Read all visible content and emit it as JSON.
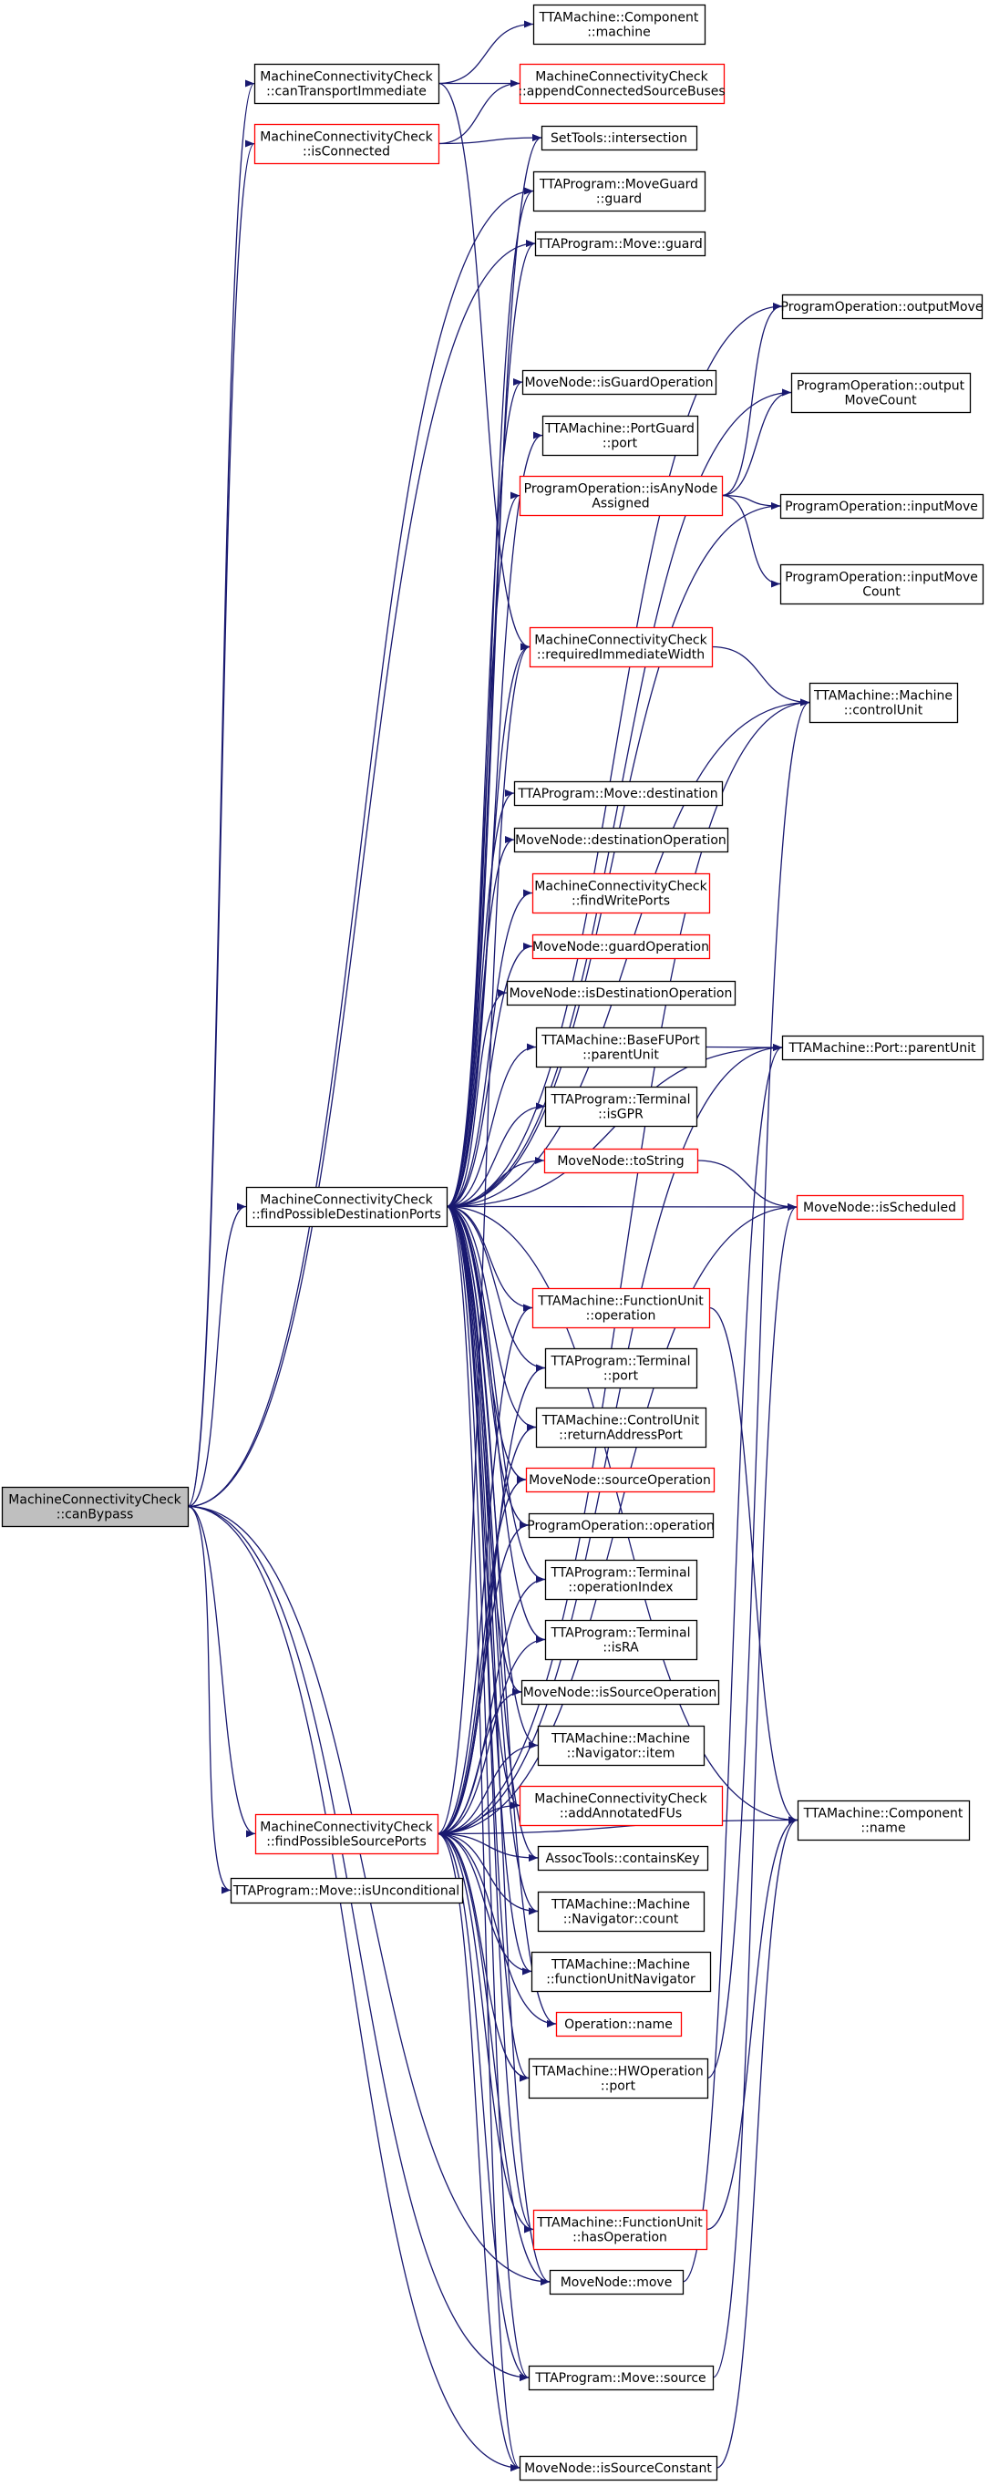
{
  "colors": {
    "edge": "#191970",
    "node_border": "#000000",
    "node_border_truncated": "#ff0000",
    "root_fill": "#bfbfbf",
    "node_fill": "#ffffff"
  },
  "root": "canBypass",
  "nodes": [
    {
      "id": "canBypass",
      "lines": [
        "MachineConnectivityCheck",
        "::canBypass"
      ],
      "kind": "root"
    },
    {
      "id": "canTransportImmediate",
      "lines": [
        "MachineConnectivityCheck",
        "::canTransportImmediate"
      ],
      "kind": "normal"
    },
    {
      "id": "isConnected",
      "lines": [
        "MachineConnectivityCheck",
        "::isConnected"
      ],
      "kind": "truncated"
    },
    {
      "id": "findPossibleDestinationPorts",
      "lines": [
        "MachineConnectivityCheck",
        "::findPossibleDestinationPorts"
      ],
      "kind": "normal"
    },
    {
      "id": "findPossibleSourcePorts",
      "lines": [
        "MachineConnectivityCheck",
        "::findPossibleSourcePorts"
      ],
      "kind": "truncated"
    },
    {
      "id": "isUnconditional",
      "lines": [
        "TTAProgram::Move::isUnconditional"
      ],
      "kind": "normal"
    },
    {
      "id": "componentMachine",
      "lines": [
        "TTAMachine::Component",
        "::machine"
      ],
      "kind": "normal"
    },
    {
      "id": "appendConnectedSourceBuses",
      "lines": [
        "MachineConnectivityCheck",
        "::appendConnectedSourceBuses"
      ],
      "kind": "truncated"
    },
    {
      "id": "intersection",
      "lines": [
        "SetTools::intersection"
      ],
      "kind": "normal"
    },
    {
      "id": "moveGuardGuard",
      "lines": [
        "TTAProgram::MoveGuard",
        "::guard"
      ],
      "kind": "normal"
    },
    {
      "id": "moveGuard",
      "lines": [
        "TTAProgram::Move::guard"
      ],
      "kind": "normal"
    },
    {
      "id": "isGuardOperation",
      "lines": [
        "MoveNode::isGuardOperation"
      ],
      "kind": "normal"
    },
    {
      "id": "portGuardPort",
      "lines": [
        "TTAMachine::PortGuard",
        "::port"
      ],
      "kind": "normal"
    },
    {
      "id": "isAnyNodeAssigned",
      "lines": [
        "ProgramOperation::isAnyNode",
        "Assigned"
      ],
      "kind": "truncated"
    },
    {
      "id": "requiredImmediateWidth",
      "lines": [
        "MachineConnectivityCheck",
        "::requiredImmediateWidth"
      ],
      "kind": "truncated"
    },
    {
      "id": "moveDestination",
      "lines": [
        "TTAProgram::Move::destination"
      ],
      "kind": "normal"
    },
    {
      "id": "destinationOperation",
      "lines": [
        "MoveNode::destinationOperation"
      ],
      "kind": "normal"
    },
    {
      "id": "findWritePorts",
      "lines": [
        "MachineConnectivityCheck",
        "::findWritePorts"
      ],
      "kind": "truncated"
    },
    {
      "id": "guardOperation",
      "lines": [
        "MoveNode::guardOperation"
      ],
      "kind": "truncated"
    },
    {
      "id": "isDestinationOperation",
      "lines": [
        "MoveNode::isDestinationOperation"
      ],
      "kind": "normal"
    },
    {
      "id": "baseFUPortParentUnit",
      "lines": [
        "TTAMachine::BaseFUPort",
        "::parentUnit"
      ],
      "kind": "normal"
    },
    {
      "id": "terminalIsGPR",
      "lines": [
        "TTAProgram::Terminal",
        "::isGPR"
      ],
      "kind": "normal"
    },
    {
      "id": "toString",
      "lines": [
        "MoveNode::toString"
      ],
      "kind": "truncated"
    },
    {
      "id": "fuOperation",
      "lines": [
        "TTAMachine::FunctionUnit",
        "::operation"
      ],
      "kind": "truncated"
    },
    {
      "id": "terminalPort",
      "lines": [
        "TTAProgram::Terminal",
        "::port"
      ],
      "kind": "normal"
    },
    {
      "id": "returnAddressPort",
      "lines": [
        "TTAMachine::ControlUnit",
        "::returnAddressPort"
      ],
      "kind": "normal"
    },
    {
      "id": "sourceOperation",
      "lines": [
        "MoveNode::sourceOperation"
      ],
      "kind": "truncated"
    },
    {
      "id": "poOperation",
      "lines": [
        "ProgramOperation::operation"
      ],
      "kind": "normal"
    },
    {
      "id": "operationIndex",
      "lines": [
        "TTAProgram::Terminal",
        "::operationIndex"
      ],
      "kind": "normal"
    },
    {
      "id": "terminalIsRA",
      "lines": [
        "TTAProgram::Terminal",
        "::isRA"
      ],
      "kind": "normal"
    },
    {
      "id": "isSourceOperation",
      "lines": [
        "MoveNode::isSourceOperation"
      ],
      "kind": "normal"
    },
    {
      "id": "navigatorItem",
      "lines": [
        "TTAMachine::Machine",
        "::Navigator::item"
      ],
      "kind": "normal"
    },
    {
      "id": "addAnnotatedFUs",
      "lines": [
        "MachineConnectivityCheck",
        "::addAnnotatedFUs"
      ],
      "kind": "truncated"
    },
    {
      "id": "containsKey",
      "lines": [
        "AssocTools::containsKey"
      ],
      "kind": "normal"
    },
    {
      "id": "navigatorCount",
      "lines": [
        "TTAMachine::Machine",
        "::Navigator::count"
      ],
      "kind": "normal"
    },
    {
      "id": "functionUnitNavigator",
      "lines": [
        "TTAMachine::Machine",
        "::functionUnitNavigator"
      ],
      "kind": "normal"
    },
    {
      "id": "operationName",
      "lines": [
        "Operation::name"
      ],
      "kind": "truncated"
    },
    {
      "id": "hwOperationPort",
      "lines": [
        "TTAMachine::HWOperation",
        "::port"
      ],
      "kind": "normal"
    },
    {
      "id": "hasOperation",
      "lines": [
        "TTAMachine::FunctionUnit",
        "::hasOperation"
      ],
      "kind": "truncated"
    },
    {
      "id": "moveNodeMove",
      "lines": [
        "MoveNode::move"
      ],
      "kind": "normal"
    },
    {
      "id": "moveSource",
      "lines": [
        "TTAProgram::Move::source"
      ],
      "kind": "normal"
    },
    {
      "id": "isSourceConstant",
      "lines": [
        "MoveNode::isSourceConstant"
      ],
      "kind": "normal"
    },
    {
      "id": "outputMove",
      "lines": [
        "ProgramOperation::outputMove"
      ],
      "kind": "normal"
    },
    {
      "id": "outputMoveCount",
      "lines": [
        "ProgramOperation::output",
        "MoveCount"
      ],
      "kind": "normal"
    },
    {
      "id": "inputMove",
      "lines": [
        "ProgramOperation::inputMove"
      ],
      "kind": "normal"
    },
    {
      "id": "inputMoveCount",
      "lines": [
        "ProgramOperation::inputMove",
        "Count"
      ],
      "kind": "normal"
    },
    {
      "id": "controlUnit",
      "lines": [
        "TTAMachine::Machine",
        "::controlUnit"
      ],
      "kind": "normal"
    },
    {
      "id": "portParentUnit",
      "lines": [
        "TTAMachine::Port::parentUnit"
      ],
      "kind": "normal"
    },
    {
      "id": "isScheduled",
      "lines": [
        "MoveNode::isScheduled"
      ],
      "kind": "truncated"
    },
    {
      "id": "componentName",
      "lines": [
        "TTAMachine::Component",
        "::name"
      ],
      "kind": "normal"
    }
  ],
  "edges": [
    [
      "canBypass",
      "canTransportImmediate"
    ],
    [
      "canBypass",
      "isConnected"
    ],
    [
      "canBypass",
      "findPossibleDestinationPorts"
    ],
    [
      "canBypass",
      "findPossibleSourcePorts"
    ],
    [
      "canBypass",
      "isUnconditional"
    ],
    [
      "canBypass",
      "moveGuardGuard"
    ],
    [
      "canBypass",
      "moveGuard"
    ],
    [
      "canBypass",
      "moveNodeMove"
    ],
    [
      "canBypass",
      "moveSource"
    ],
    [
      "canBypass",
      "isSourceConstant"
    ],
    [
      "canTransportImmediate",
      "componentMachine"
    ],
    [
      "canTransportImmediate",
      "appendConnectedSourceBuses"
    ],
    [
      "canTransportImmediate",
      "requiredImmediateWidth"
    ],
    [
      "isConnected",
      "appendConnectedSourceBuses"
    ],
    [
      "isConnected",
      "intersection"
    ],
    [
      "findPossibleDestinationPorts",
      "intersection"
    ],
    [
      "findPossibleDestinationPorts",
      "moveGuardGuard"
    ],
    [
      "findPossibleDestinationPorts",
      "moveGuard"
    ],
    [
      "findPossibleDestinationPorts",
      "outputMove"
    ],
    [
      "findPossibleDestinationPorts",
      "outputMoveCount"
    ],
    [
      "findPossibleDestinationPorts",
      "isGuardOperation"
    ],
    [
      "findPossibleDestinationPorts",
      "portGuardPort"
    ],
    [
      "findPossibleDestinationPorts",
      "isAnyNodeAssigned"
    ],
    [
      "findPossibleDestinationPorts",
      "inputMove"
    ],
    [
      "findPossibleDestinationPorts",
      "requiredImmediateWidth"
    ],
    [
      "findPossibleDestinationPorts",
      "controlUnit"
    ],
    [
      "findPossibleDestinationPorts",
      "portParentUnit"
    ],
    [
      "findPossibleDestinationPorts",
      "moveDestination"
    ],
    [
      "findPossibleDestinationPorts",
      "destinationOperation"
    ],
    [
      "findPossibleDestinationPorts",
      "findWritePorts"
    ],
    [
      "findPossibleDestinationPorts",
      "guardOperation"
    ],
    [
      "findPossibleDestinationPorts",
      "isDestinationOperation"
    ],
    [
      "findPossibleDestinationPorts",
      "baseFUPortParentUnit"
    ],
    [
      "findPossibleDestinationPorts",
      "terminalIsGPR"
    ],
    [
      "findPossibleDestinationPorts",
      "toString"
    ],
    [
      "findPossibleDestinationPorts",
      "isScheduled"
    ],
    [
      "findPossibleDestinationPorts",
      "componentName"
    ],
    [
      "findPossibleDestinationPorts",
      "fuOperation"
    ],
    [
      "findPossibleDestinationPorts",
      "terminalPort"
    ],
    [
      "findPossibleDestinationPorts",
      "returnAddressPort"
    ],
    [
      "findPossibleDestinationPorts",
      "sourceOperation"
    ],
    [
      "findPossibleDestinationPorts",
      "poOperation"
    ],
    [
      "findPossibleDestinationPorts",
      "operationIndex"
    ],
    [
      "findPossibleDestinationPorts",
      "terminalIsRA"
    ],
    [
      "findPossibleDestinationPorts",
      "isSourceOperation"
    ],
    [
      "findPossibleDestinationPorts",
      "navigatorItem"
    ],
    [
      "findPossibleDestinationPorts",
      "addAnnotatedFUs"
    ],
    [
      "findPossibleDestinationPorts",
      "containsKey"
    ],
    [
      "findPossibleDestinationPorts",
      "navigatorCount"
    ],
    [
      "findPossibleDestinationPorts",
      "functionUnitNavigator"
    ],
    [
      "findPossibleDestinationPorts",
      "operationName"
    ],
    [
      "findPossibleDestinationPorts",
      "hwOperationPort"
    ],
    [
      "findPossibleDestinationPorts",
      "hasOperation"
    ],
    [
      "findPossibleDestinationPorts",
      "moveNodeMove"
    ],
    [
      "findPossibleDestinationPorts",
      "moveSource"
    ],
    [
      "findPossibleDestinationPorts",
      "isSourceConstant"
    ],
    [
      "findPossibleSourcePorts",
      "requiredImmediateWidth"
    ],
    [
      "findPossibleSourcePorts",
      "controlUnit"
    ],
    [
      "findPossibleSourcePorts",
      "portParentUnit"
    ],
    [
      "findPossibleSourcePorts",
      "isScheduled"
    ],
    [
      "findPossibleSourcePorts",
      "componentName"
    ],
    [
      "findPossibleSourcePorts",
      "fuOperation"
    ],
    [
      "findPossibleSourcePorts",
      "terminalPort"
    ],
    [
      "findPossibleSourcePorts",
      "returnAddressPort"
    ],
    [
      "findPossibleSourcePorts",
      "sourceOperation"
    ],
    [
      "findPossibleSourcePorts",
      "poOperation"
    ],
    [
      "findPossibleSourcePorts",
      "operationIndex"
    ],
    [
      "findPossibleSourcePorts",
      "terminalIsRA"
    ],
    [
      "findPossibleSourcePorts",
      "isSourceOperation"
    ],
    [
      "findPossibleSourcePorts",
      "navigatorItem"
    ],
    [
      "findPossibleSourcePorts",
      "addAnnotatedFUs"
    ],
    [
      "findPossibleSourcePorts",
      "containsKey"
    ],
    [
      "findPossibleSourcePorts",
      "navigatorCount"
    ],
    [
      "findPossibleSourcePorts",
      "functionUnitNavigator"
    ],
    [
      "findPossibleSourcePorts",
      "operationName"
    ],
    [
      "findPossibleSourcePorts",
      "hwOperationPort"
    ],
    [
      "findPossibleSourcePorts",
      "hasOperation"
    ],
    [
      "findPossibleSourcePorts",
      "moveNodeMove"
    ],
    [
      "findPossibleSourcePorts",
      "moveSource"
    ],
    [
      "findPossibleSourcePorts",
      "isSourceConstant"
    ],
    [
      "isAnyNodeAssigned",
      "outputMove"
    ],
    [
      "isAnyNodeAssigned",
      "outputMoveCount"
    ],
    [
      "isAnyNodeAssigned",
      "inputMove"
    ],
    [
      "isAnyNodeAssigned",
      "inputMoveCount"
    ],
    [
      "requiredImmediateWidth",
      "controlUnit"
    ],
    [
      "baseFUPortParentUnit",
      "portParentUnit"
    ],
    [
      "toString",
      "isScheduled"
    ],
    [
      "fuOperation",
      "componentName"
    ],
    [
      "hwOperationPort",
      "controlUnit"
    ],
    [
      "hasOperation",
      "componentName"
    ],
    [
      "moveNodeMove",
      "portParentUnit"
    ],
    [
      "moveSource",
      "isScheduled"
    ],
    [
      "isSourceConstant",
      "componentName"
    ]
  ]
}
